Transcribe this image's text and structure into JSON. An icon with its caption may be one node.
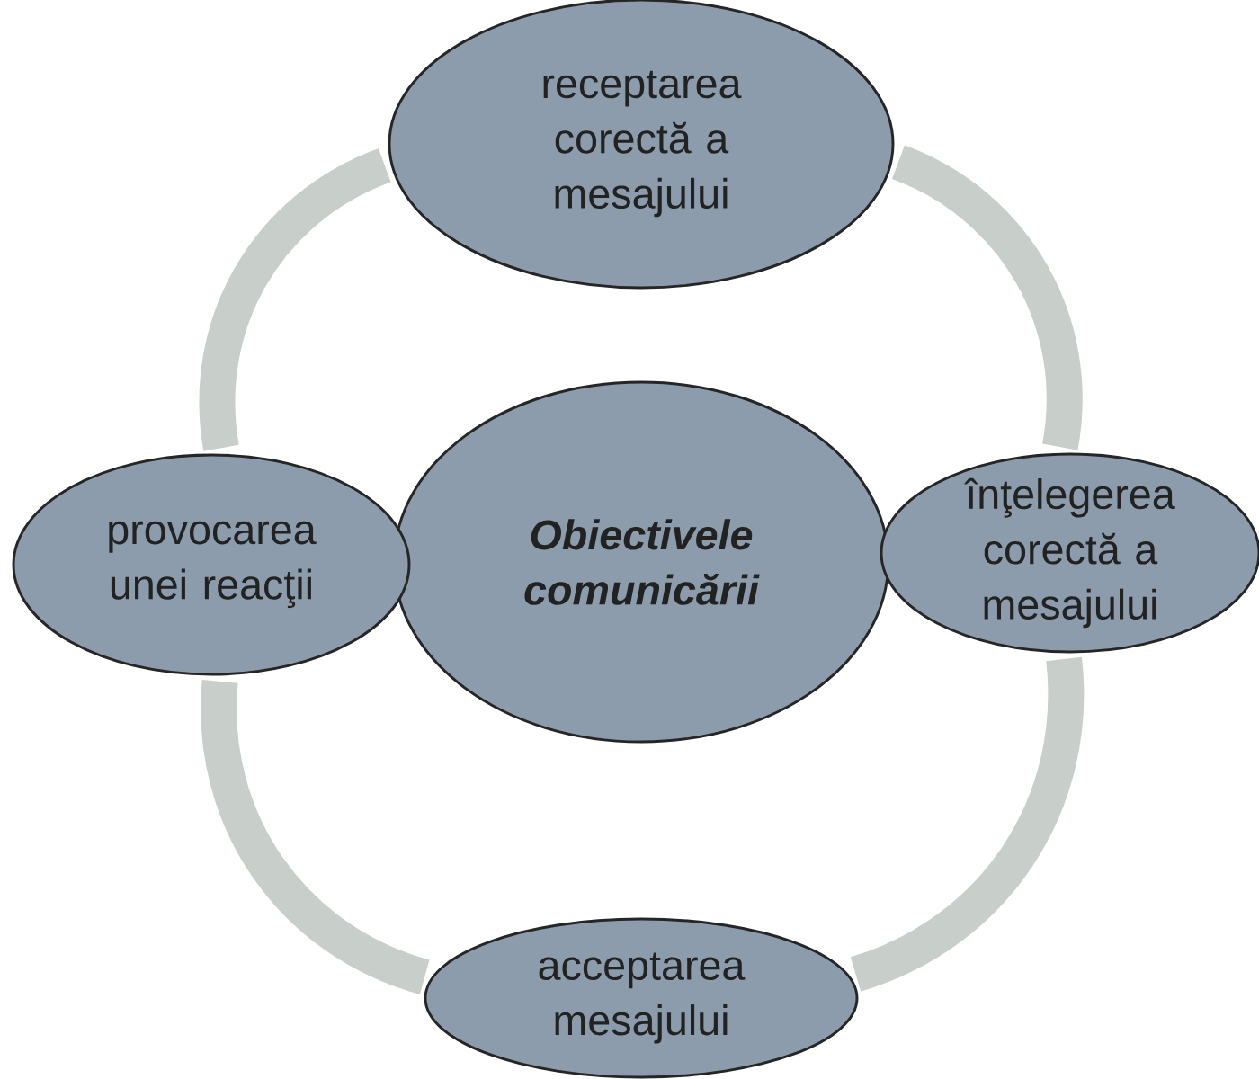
{
  "diagram": {
    "nodes": [
      {
        "text": [
          "Obiectivele comunicării"
        ]
      },
      {
        "text": [
          "receptarea corectă a mesajului"
        ]
      },
      {
        "text": [
          "înţelegerea corectă a mesajului"
        ]
      },
      {
        "text": [
          "acceptarea mesajului"
        ]
      },
      {
        "text": [
          "provocarea unei reacţii"
        ]
      }
    ],
    "edges": [
      {
        "from": 1,
        "to": 2,
        "arrow": "none"
      },
      {
        "from": 2,
        "to": 3,
        "arrow": "none"
      },
      {
        "from": 3,
        "to": 4,
        "arrow": "none"
      },
      {
        "from": 4,
        "to": 1,
        "arrow": "none"
      }
    ]
  }
}
